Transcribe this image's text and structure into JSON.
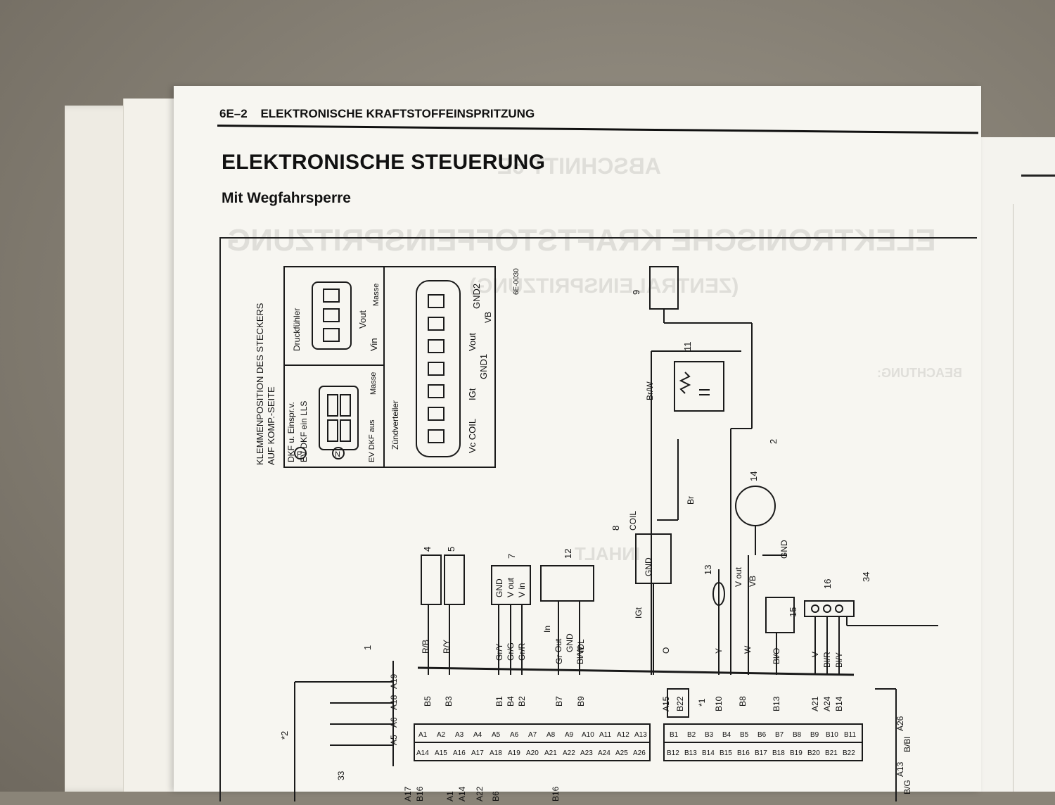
{
  "running_head": {
    "page_number": "6E–2",
    "section": "ELEKTRONISCHE KRAFTSTOFFEINSPRITZUNG"
  },
  "title": "ELEKTRONISCHE STEUERUNG",
  "subtitle": "Mit Wegfahrsperre",
  "show_through": {
    "chapter": "ABSCHNITT 6E",
    "heading": "ELEKTRONISCHE KRAFTSTOFFEINSPRITZUNG",
    "subheading": "(ZENTRALEINSPRITZUNG)",
    "note_head": "BEACHTUNG:",
    "inhalt": "INHALT"
  },
  "diagram": {
    "figure_code": "6E-0030",
    "connector_box_title_1": "KLEMMENPOSITION DES STECKERS",
    "connector_box_title_2": "AUF KOMP.-SEITE",
    "druckfuehler": {
      "name": "Druckfühler",
      "pins": [
        "Vin",
        "Vout",
        "Masse"
      ]
    },
    "valve": {
      "pins": [
        "DKF u. Einspr.v.",
        "EV DKF ein LLS",
        "EV DKF aus",
        "Masse"
      ],
      "markers": [
        "P",
        "N"
      ]
    },
    "zuendverteiler": {
      "name": "Zündverteiler",
      "pins": [
        "Vc COIL",
        "IGt",
        "GND1",
        "Vout",
        "VB",
        "GND2"
      ]
    },
    "components": [
      "1",
      "2",
      "4",
      "5",
      "7",
      "8",
      "9",
      "11",
      "12",
      "13",
      "14",
      "15",
      "16",
      "34"
    ],
    "comp4_pins": [
      "GND",
      "V out",
      "V in"
    ],
    "comp5_pins": [
      "In",
      "Out",
      "GND",
      "IDL"
    ],
    "comp7_pins": [
      "COIL",
      "GND",
      "IGt"
    ],
    "comp12_pins": [
      "V out",
      "VB",
      "GND"
    ],
    "wire_colors_left": [
      "R/B",
      "R/Y",
      "Gr/Y",
      "Gr/G",
      "Gr/R",
      "Gr",
      "Bl/W"
    ],
    "wire_colors_right": [
      "O",
      "Y",
      "W",
      "Bl/O",
      "V",
      "Bl/R",
      "Bl/Y"
    ],
    "wire_colors_other": [
      "Br/W",
      "Br",
      "B/Bl",
      "B/G"
    ],
    "pins_left": [
      "B5",
      "B3",
      "B1",
      "B4",
      "B2",
      "B7",
      "B9"
    ],
    "pins_right": [
      "A15",
      "B22",
      "*1",
      "B10",
      "B8",
      "B13",
      "A21",
      "A24",
      "B14"
    ],
    "pins_a": [
      "A5",
      "A6",
      "A18",
      "A19"
    ],
    "note_star2": "*2",
    "connector_a_row1": [
      "A1",
      "A2",
      "A3",
      "A4",
      "A5",
      "A6",
      "A7",
      "A8",
      "A9",
      "A10",
      "A11",
      "A12",
      "A13"
    ],
    "connector_a_row2": [
      "A14",
      "A15",
      "A16",
      "A17",
      "A18",
      "A19",
      "A20",
      "A21",
      "A22",
      "A23",
      "A24",
      "A25",
      "A26"
    ],
    "connector_b_row1": [
      "B1",
      "B2",
      "B3",
      "B4",
      "B5",
      "B6",
      "B7",
      "B8",
      "B9",
      "B10",
      "B11"
    ],
    "connector_b_row2": [
      "B12",
      "B13",
      "B14",
      "B15",
      "B16",
      "B17",
      "B18",
      "B19",
      "B20",
      "B21",
      "B22"
    ],
    "pin_a26": "A26",
    "pin_a13": "A13",
    "bottom_labels": [
      "A17",
      "B16",
      "A1",
      "A14",
      "A22",
      "B6",
      "B16",
      "33"
    ]
  }
}
